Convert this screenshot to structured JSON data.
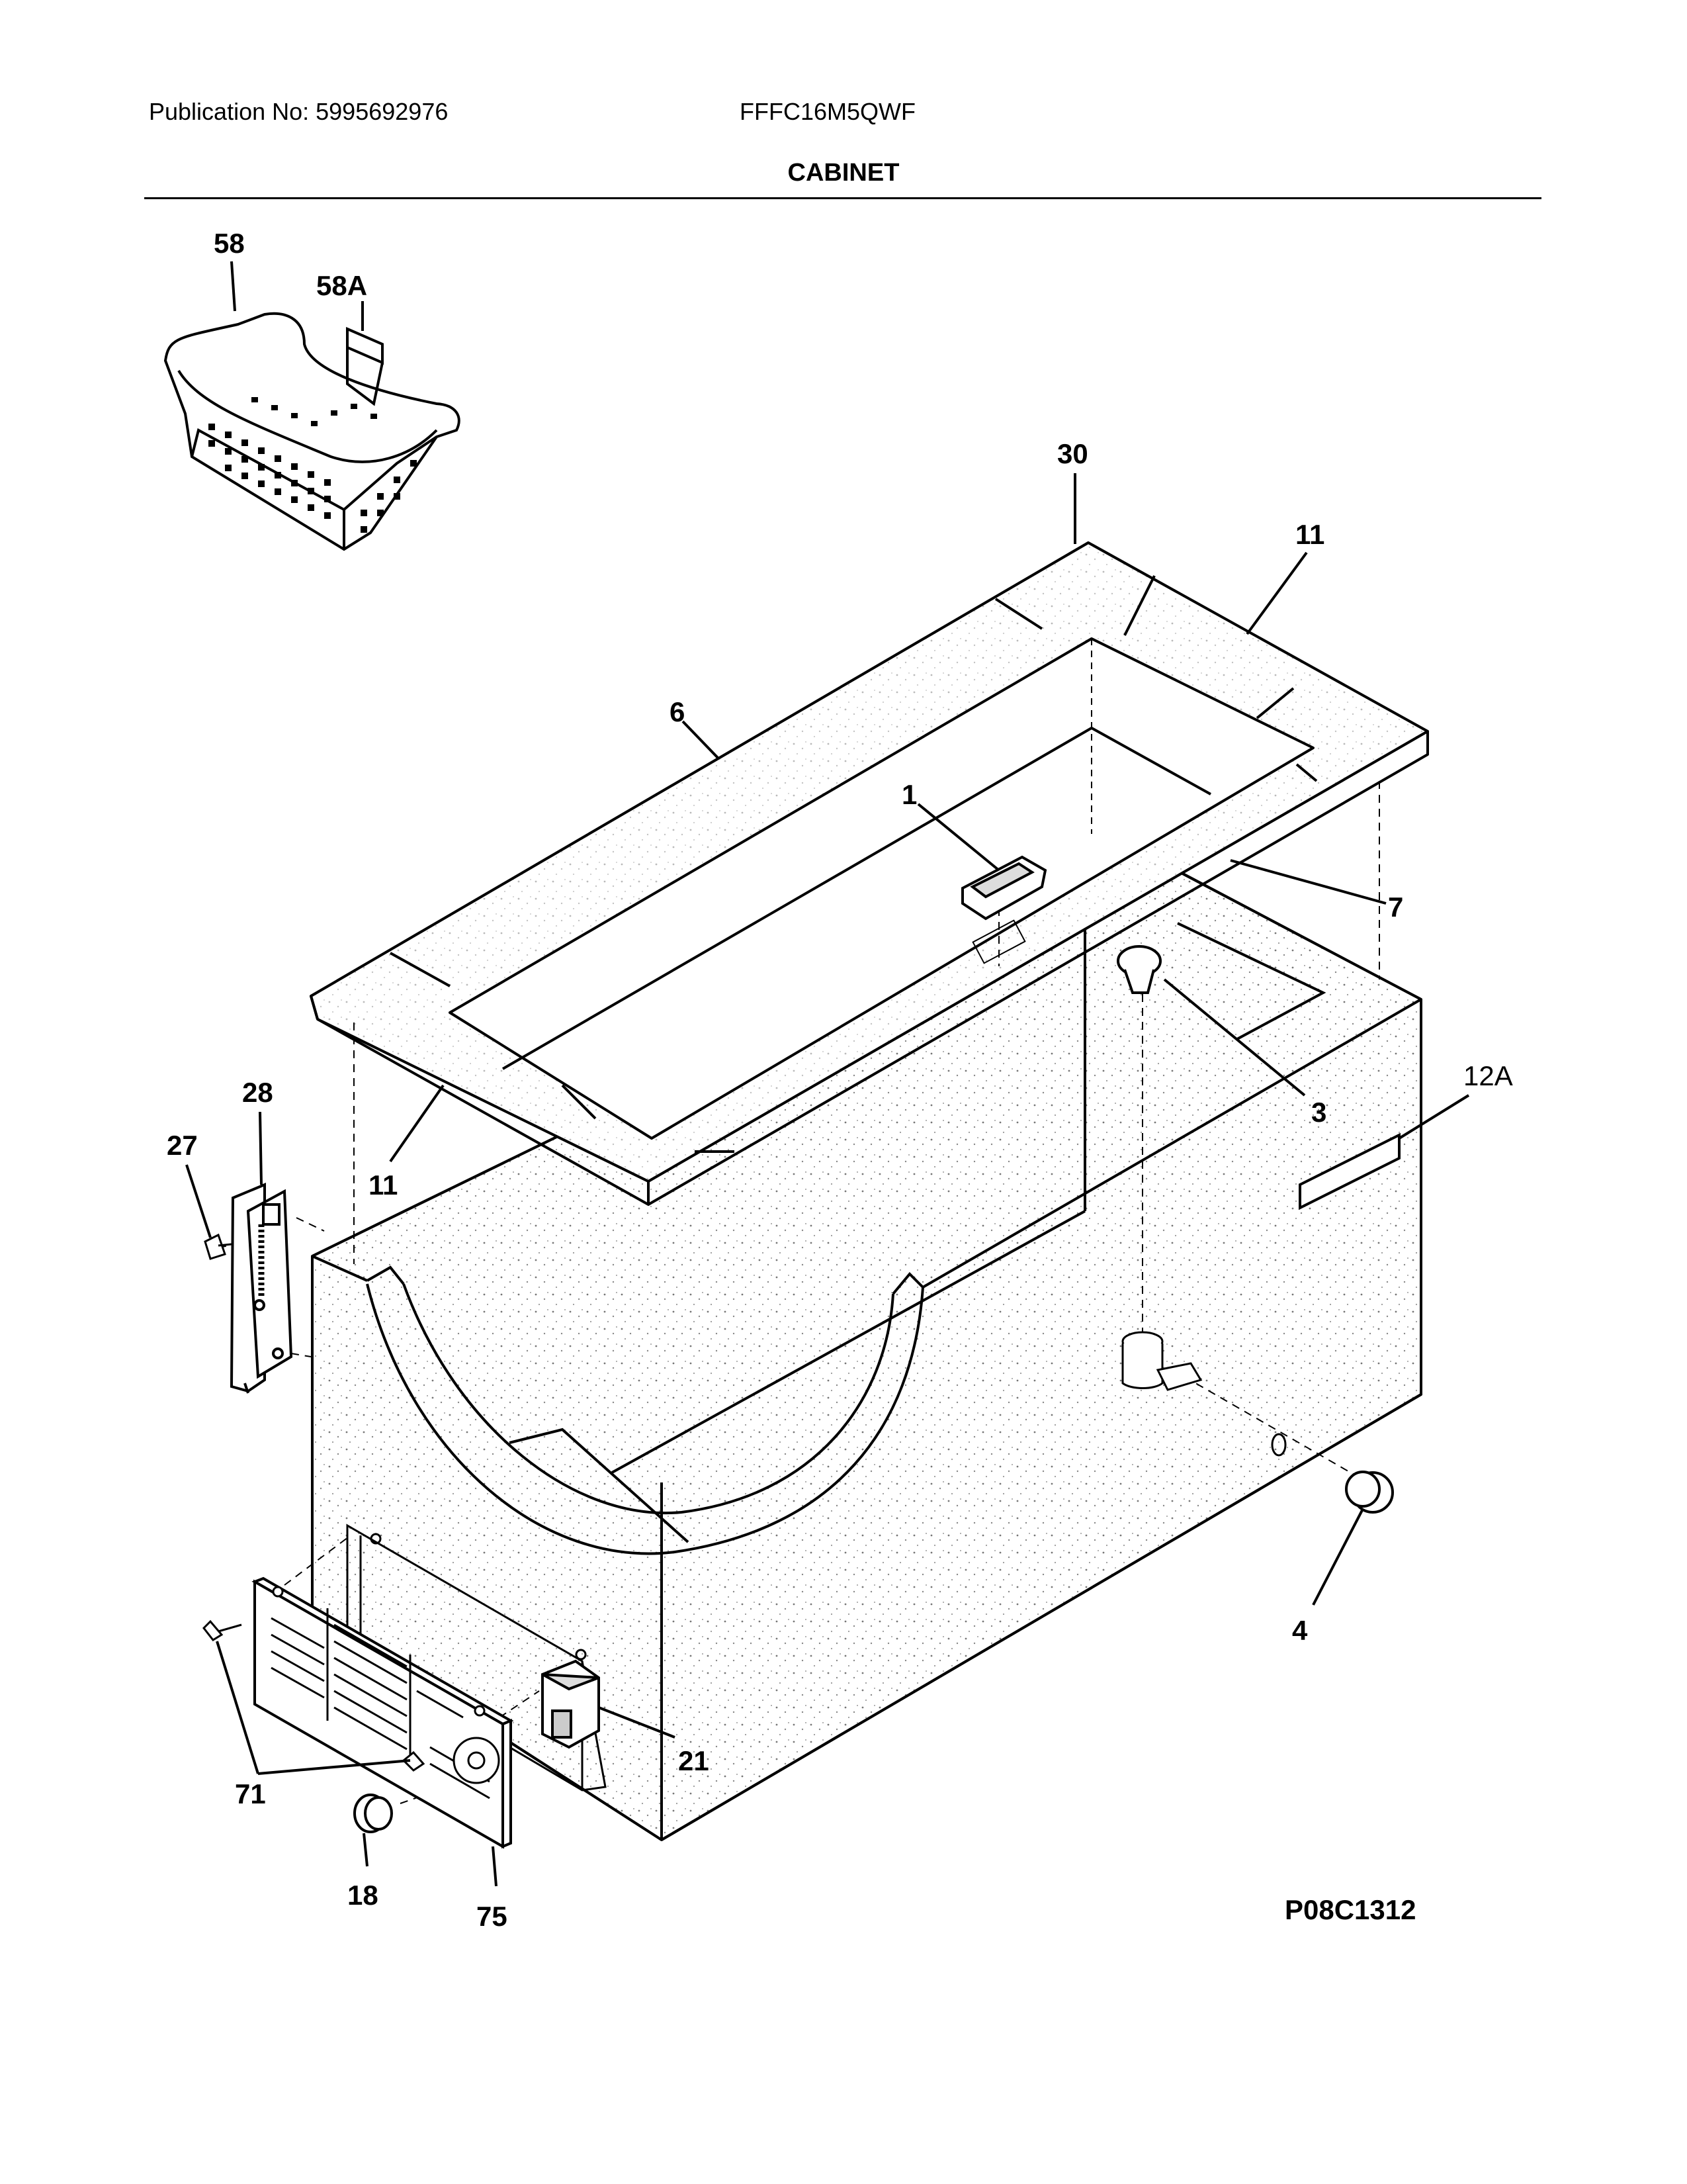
{
  "header": {
    "publication": "Publication No: 5995692976",
    "model": "FFFC16M5QWF",
    "section_title": "CABINET"
  },
  "callouts": {
    "c58": "58",
    "c58a": "58A",
    "c30": "30",
    "c11_top": "11",
    "c6": "6",
    "c1": "1",
    "c7": "7",
    "c3": "3",
    "c12a": "12A",
    "c28": "28",
    "c27": "27",
    "c11_bottom": "11",
    "c4": "4",
    "c21": "21",
    "c71": "71",
    "c18": "18",
    "c75": "75"
  },
  "drawing_id": "P08C1312"
}
